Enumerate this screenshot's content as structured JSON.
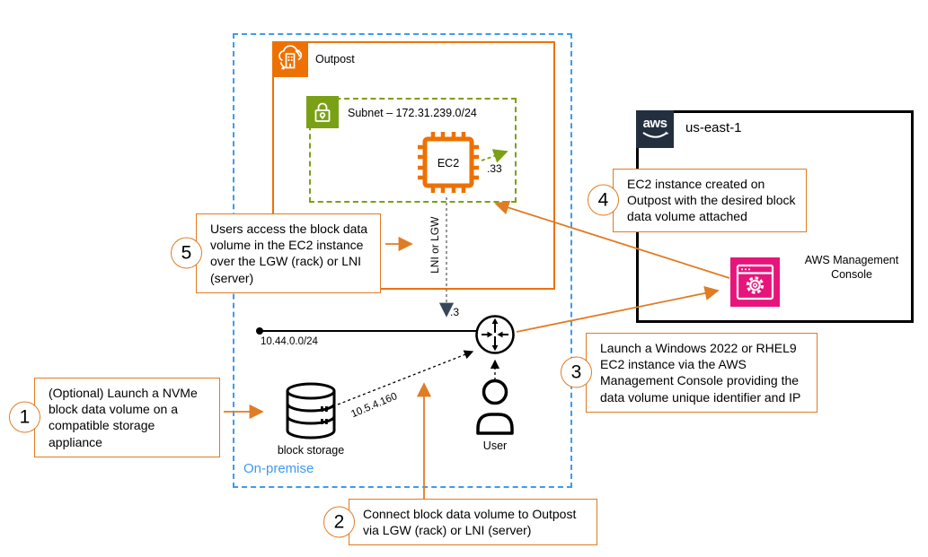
{
  "colors": {
    "aws_orange": "#ED7100",
    "callout_orange": "#E07C24",
    "subnet_green": "#7AA116",
    "console_pink": "#E7157B",
    "aws_navy": "#232F3E",
    "onprem_blue": "#3D9BF0",
    "dashed_gray": "#8C8C8C"
  },
  "icons": {
    "outpost": "outpost-cloud-building-icon",
    "subnet": "lock-icon",
    "ec2": "chip-icon",
    "aws": "aws-logo",
    "console": "browser-gear-icon",
    "storage": "database-cylinder-icon",
    "user": "person-icon",
    "router": "router-arrows-icon"
  },
  "labels": {
    "outpost": "Outpost",
    "subnet": "Subnet – 172.31.239.0/24",
    "ec2": "EC2",
    "ec2_ip_suffix": ".33",
    "gateway": "LNI or LGW",
    "router_ip_suffix": ".3",
    "lan_cidr": "10.44.0.0/24",
    "storage_ip": "10.5.4.160",
    "block_storage": "block storage",
    "user": "User",
    "on_premise": "On-premise",
    "aws_logo": "aws",
    "region": "us-east-1",
    "console": "AWS Management Console"
  },
  "callouts": [
    {
      "number": "1",
      "text": "(Optional) Launch a NVMe block data volume on a compatible storage appliance"
    },
    {
      "number": "2",
      "text": "Connect block data volume to Outpost via LGW (rack) or LNI (server)"
    },
    {
      "number": "3",
      "text": "Launch a Windows 2022 or RHEL9 EC2 instance via the AWS Management Console providing the data volume unique identifier and IP"
    },
    {
      "number": "4",
      "text": "EC2 instance created on Outpost with the desired block data volume attached"
    },
    {
      "number": "5",
      "text": "Users access the block data volume in the EC2 instance over the LGW (rack) or LNI (server)"
    }
  ]
}
